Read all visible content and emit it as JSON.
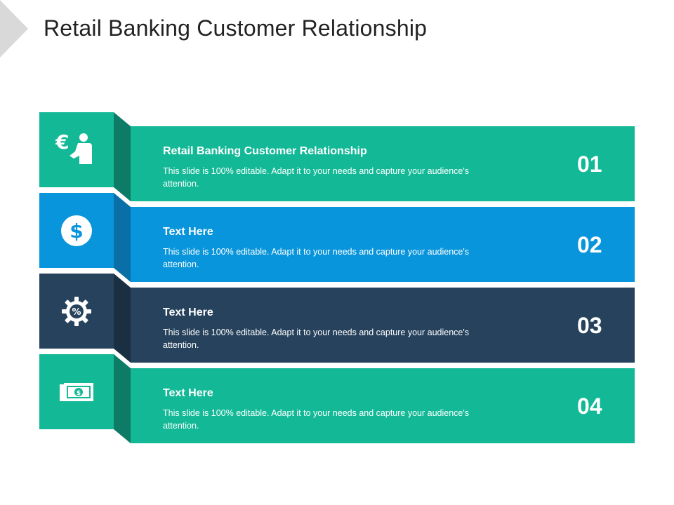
{
  "slide": {
    "title": "Retail Banking Customer Relationship"
  },
  "rows": [
    {
      "title": "Retail Banking Customer Relationship",
      "text": "This slide is 100% editable. Adapt it to your needs and capture your audience's attention.",
      "number": "01",
      "icon": "euro-person-icon",
      "icon_glyph": "€",
      "color": "#13b997",
      "fold_color": "#0d7b65"
    },
    {
      "title": "Text Here",
      "text": "This slide is 100% editable. Adapt it to your needs and capture your audience's attention.",
      "number": "02",
      "icon": "dollar-coin-icon",
      "icon_glyph": "$",
      "color": "#0895db",
      "fold_color": "#0a6fa6"
    },
    {
      "title": "Text Here",
      "text": "This slide is 100% editable. Adapt it to your needs and capture your audience's attention.",
      "number": "03",
      "icon": "percent-gear-icon",
      "icon_glyph": "%",
      "color": "#26425c",
      "fold_color": "#1a2f42"
    },
    {
      "title": "Text Here",
      "text": "This slide is 100% editable. Adapt it to your needs and capture your audience's attention.",
      "number": "04",
      "icon": "banknote-icon",
      "icon_glyph": "$",
      "color": "#13b997",
      "fold_color": "#0d7b65"
    }
  ]
}
